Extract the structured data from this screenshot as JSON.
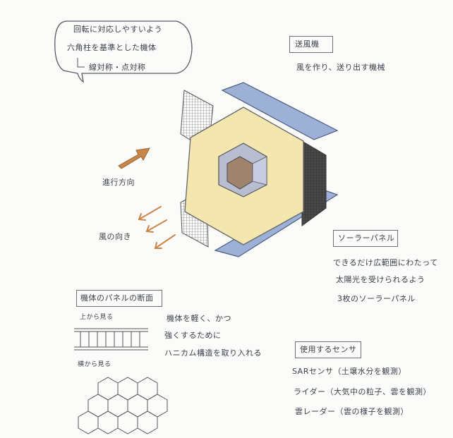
{
  "concept_note": {
    "line1": "回転に対応しやすいよう",
    "line2": "六角柱を基準とした機体",
    "line3": "線対称・点対称"
  },
  "fan_section": {
    "title": "送風機",
    "desc": "風を作り、送り出す機械"
  },
  "direction_label": "進行方向",
  "wind_label": "風の向き",
  "solar_section": {
    "title": "ソーラーパネル",
    "line1": "できるだけ広範囲にわたって",
    "line2": "太陽光を受けられるよう",
    "line3": "3枚のソーラーパネル"
  },
  "panel_section": {
    "title": "機体のパネルの断面",
    "top_view": "上から見る",
    "side_view": "横から見る",
    "note1": "機体を軽く、かつ",
    "note2": "強くするために",
    "note3": "ハニカム構造を取り入れる"
  },
  "sensor_section": {
    "title": "使用するセンサ",
    "item1": "SARセンサ（土壌水分を観測）",
    "item2": "ライダー（大気中の粒子、雲を観測）",
    "item3": "雲レーダー（雲の様子を観測）"
  },
  "colors": {
    "hex_body": "#f3e6ae",
    "solar_panel": "#9db0d6",
    "arrow": "#c8874a",
    "ink": "#3a3f4a"
  }
}
